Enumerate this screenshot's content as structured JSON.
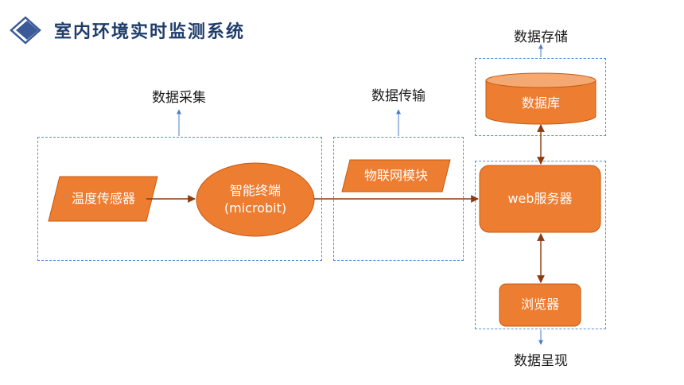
{
  "page": {
    "title": "室内环境实时监测系统"
  },
  "groups": {
    "collect": "数据采集",
    "transfer": "数据传输",
    "storage": "数据存储",
    "display": "数据呈现"
  },
  "nodes": {
    "sensor": "温度传感器",
    "terminal_line1": "智能终端",
    "terminal_line2": "(microbit)",
    "iot_module": "物联网模块",
    "database": "数据库",
    "web_server": "web服务器",
    "browser": "浏览器"
  },
  "colors": {
    "node_fill": "#ed7d31",
    "node_stroke": "#c55a11",
    "arrow": "#8b3a12",
    "group_border": "#5b8fd6",
    "title_icon": "#3a5a99"
  }
}
